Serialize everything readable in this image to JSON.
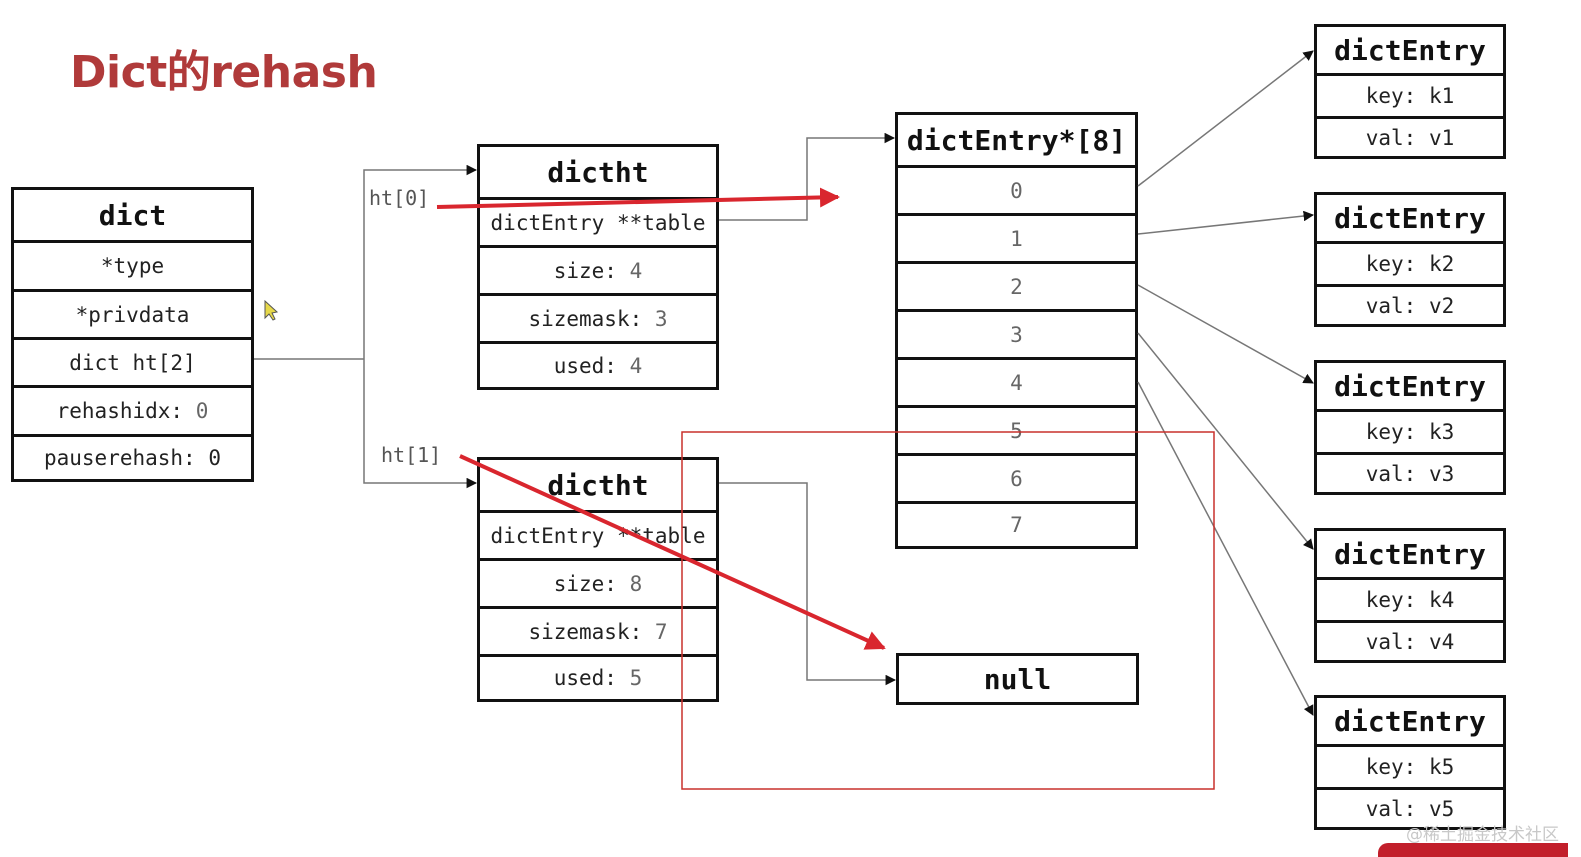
{
  "title": "Dict的rehash",
  "dict": {
    "header": "dict",
    "rows": [
      "*type",
      "*privdata",
      "dict ht[2]"
    ],
    "rehashidx_label": "rehashidx:",
    "rehashidx_value": "0",
    "pauserehash": "pauserehash: 0"
  },
  "ht0_label": "ht[0]",
  "ht1_label": "ht[1]",
  "ht0": {
    "header": "dictht",
    "table": "dictEntry **table",
    "size_label": "size:",
    "size_value": "4",
    "sizemask_label": "sizemask:",
    "sizemask_value": "3",
    "used_label": "used:",
    "used_value": "4"
  },
  "ht1": {
    "header": "dictht",
    "table": "dictEntry **table",
    "size_label": "size:",
    "size_value": "8",
    "sizemask_label": "sizemask:",
    "sizemask_value": "7",
    "used_label": "used:",
    "used_value": "5"
  },
  "array": {
    "header": "dictEntry*[8]",
    "slots": [
      "0",
      "1",
      "2",
      "3",
      "4",
      "5",
      "6",
      "7"
    ]
  },
  "null_label": "null",
  "entries": [
    {
      "header": "dictEntry",
      "key": "key: k1",
      "val": "val: v1"
    },
    {
      "header": "dictEntry",
      "key": "key: k2",
      "val": "val: v2"
    },
    {
      "header": "dictEntry",
      "key": "key: k3",
      "val": "val: v3"
    },
    {
      "header": "dictEntry",
      "key": "key: k4",
      "val": "val: v4"
    },
    {
      "header": "dictEntry",
      "key": "key: k5",
      "val": "val: v5"
    }
  ],
  "watermark": "@稀土掘金技术社区",
  "colors": {
    "title": "#b03a3a",
    "annotation": "#d9262e",
    "highlight_box": "#c9302c",
    "line": "#777777"
  }
}
